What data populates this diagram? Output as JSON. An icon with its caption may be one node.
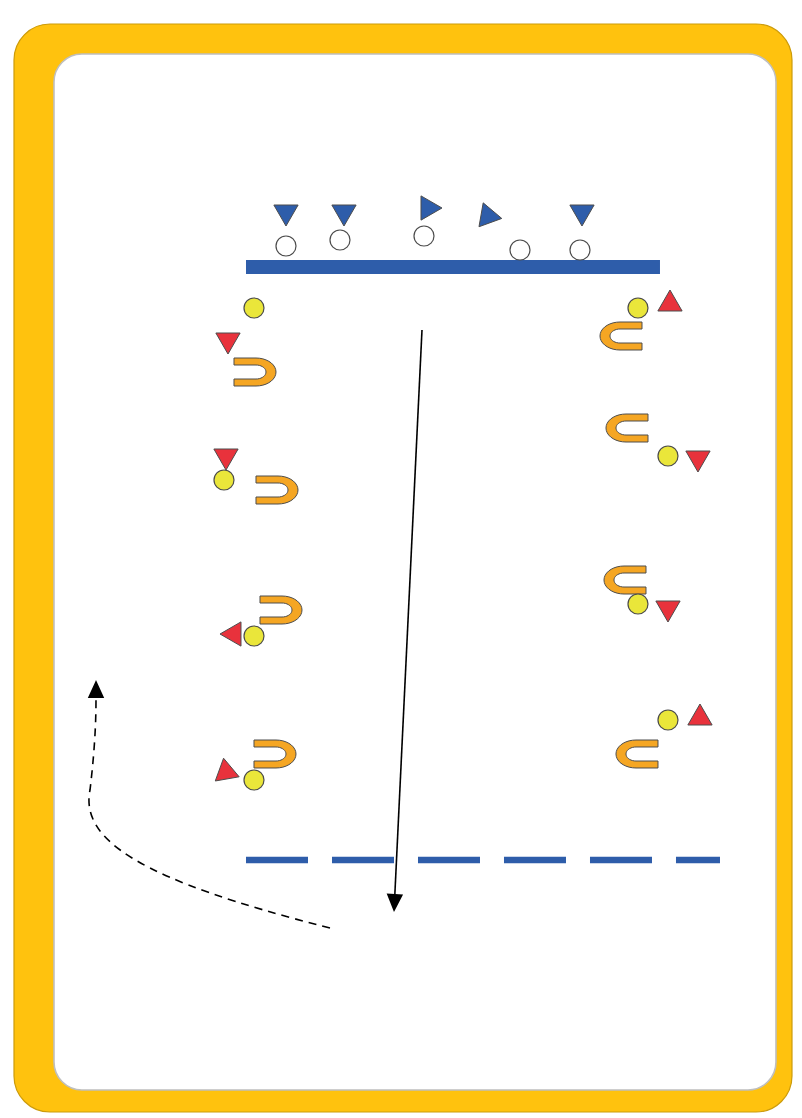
{
  "diagram": {
    "nodes": [
      {
        "text": [],
        "shape": "triangle"
      },
      {
        "text": [],
        "shape": "triangle"
      },
      {
        "text": [],
        "shape": "triangle"
      },
      {
        "text": [],
        "shape": "triangle"
      },
      {
        "text": [],
        "shape": "triangle"
      },
      {
        "text": [],
        "shape": "circle"
      },
      {
        "text": [],
        "shape": "circle"
      },
      {
        "text": [],
        "shape": "circle"
      },
      {
        "text": [],
        "shape": "circle"
      },
      {
        "text": [],
        "shape": "circle"
      },
      {
        "text": [],
        "shape": "person"
      },
      {
        "text": [],
        "shape": "triangle"
      },
      {
        "text": [],
        "shape": "circle"
      },
      {
        "text": [],
        "shape": "person"
      },
      {
        "text": [],
        "shape": "triangle"
      },
      {
        "text": [],
        "shape": "circle"
      },
      {
        "text": [],
        "shape": "person"
      },
      {
        "text": [],
        "shape": "triangle"
      },
      {
        "text": [],
        "shape": "circle"
      },
      {
        "text": [],
        "shape": "person"
      },
      {
        "text": [],
        "shape": "triangle"
      },
      {
        "text": [],
        "shape": "circle"
      },
      {
        "text": [],
        "shape": "person"
      },
      {
        "text": [],
        "shape": "triangle"
      },
      {
        "text": [],
        "shape": "circle"
      },
      {
        "text": [],
        "shape": "person"
      },
      {
        "text": [],
        "shape": "triangle"
      },
      {
        "text": [],
        "shape": "circle"
      },
      {
        "text": [],
        "shape": "person"
      },
      {
        "text": [],
        "shape": "triangle"
      },
      {
        "text": [],
        "shape": "circle"
      },
      {
        "text": [],
        "shape": "person"
      },
      {
        "text": [],
        "shape": "triangle"
      },
      {
        "text": [],
        "shape": "circle"
      }
    ]
  }
}
